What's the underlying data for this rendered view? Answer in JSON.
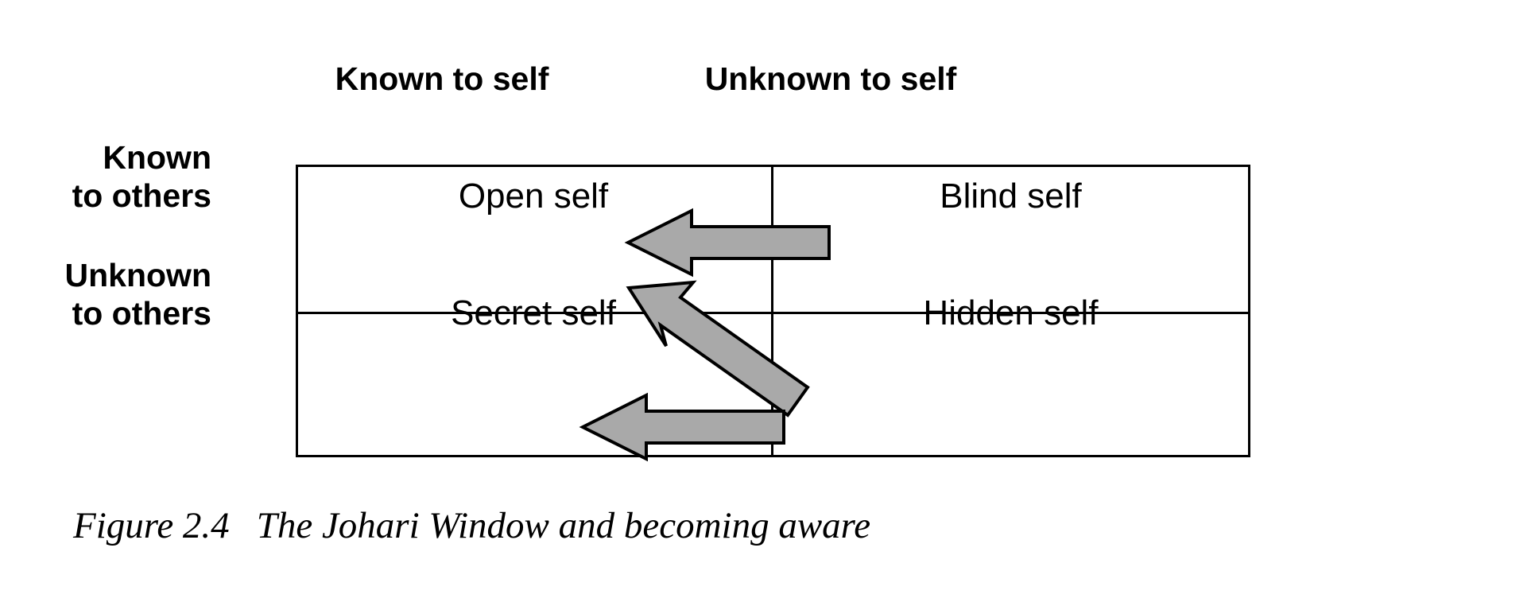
{
  "figure": {
    "caption_number": "Figure 2.4",
    "caption_text": "The Johari Window and becoming aware"
  },
  "matrix": {
    "column_headers": [
      "Known to self",
      "Unknown to self"
    ],
    "row_labels": [
      "Known\nto others",
      "Unknown\nto others"
    ],
    "quadrants": {
      "known_self_known_others": "Open self",
      "unknown_self_known_others": "Blind self",
      "known_self_unknown_others": "Secret self",
      "unknown_self_unknown_others": "Hidden self"
    }
  },
  "arrows": [
    {
      "name": "blind-to-open-arrow",
      "direction": "left",
      "from": "Blind self",
      "to": "Open self",
      "fill": "#A9A9A9",
      "stroke": "#000000"
    },
    {
      "name": "hidden-to-open-arrow",
      "direction": "up-left",
      "from": "Hidden self",
      "to": "Open self",
      "fill": "#A9A9A9",
      "stroke": "#000000"
    },
    {
      "name": "hidden-to-secret-arrow",
      "direction": "left",
      "from": "Hidden self",
      "to": "Secret self",
      "fill": "#A9A9A9",
      "stroke": "#000000"
    }
  ],
  "colors": {
    "background": "#FFFFFF",
    "ink": "#000000",
    "arrow_fill": "#A9A9A9",
    "border": "#000000"
  }
}
